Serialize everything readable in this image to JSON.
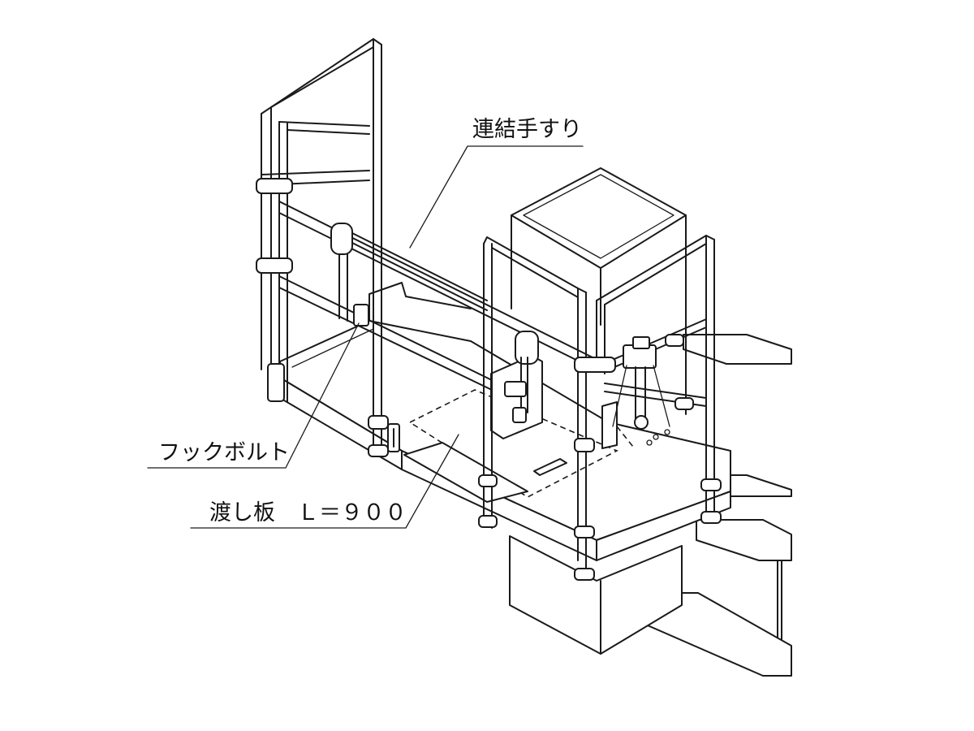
{
  "labels": {
    "handrail": "連結手すり",
    "hook_bolt": "フックボルト",
    "bridge_plate": "渡し板　Ｌ＝９００"
  }
}
